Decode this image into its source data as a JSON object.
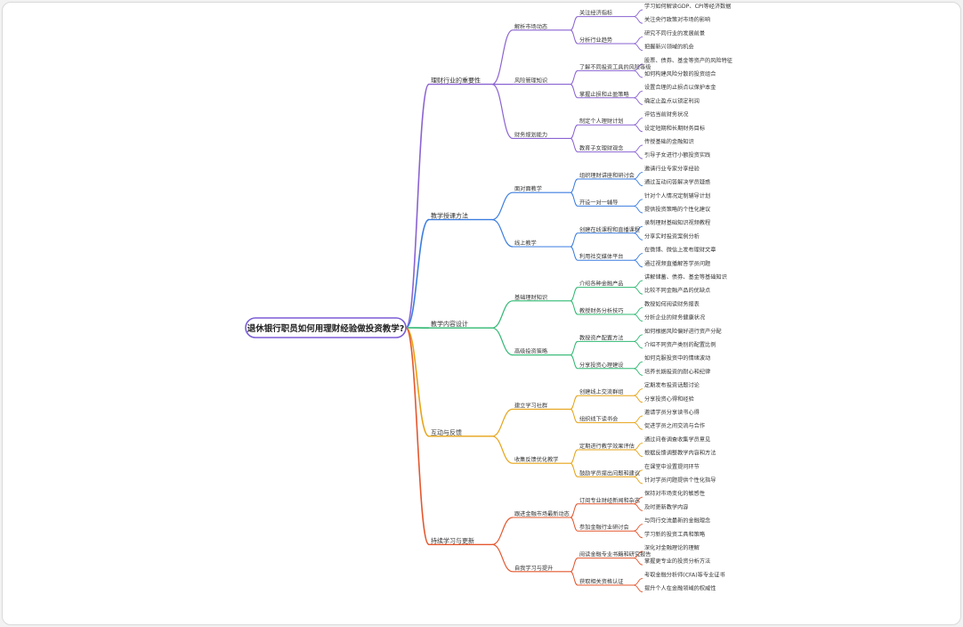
{
  "root": {
    "label": "退休银行职员如何用理财经验做投资教学?"
  },
  "colors": {
    "root_border": "#7b5cd6",
    "c0": "#8a63d2",
    "c1": "#3b7de0",
    "c2": "#2fb872",
    "c3": "#e6a317",
    "c4": "#e4572e"
  },
  "branches": [
    {
      "label": "理财行业的重要性",
      "children": [
        {
          "label": "解析市场动态",
          "children": [
            {
              "label": "关注经济指标",
              "children": [
                "学习如何解读GDP、CPI等经济数据",
                "关注央行政策对市场的影响"
              ]
            },
            {
              "label": "分析行业趋势",
              "children": [
                "研究不同行业的发展前景",
                "把握新兴领域的机会"
              ]
            }
          ]
        },
        {
          "label": "风险管理知识",
          "children": [
            {
              "label": "了解不同投资工具的风险等级",
              "children": [
                "股票、债券、基金等资产的风险特征",
                "如何构建风险分散的投资组合"
              ]
            },
            {
              "label": "掌握止损和止盈策略",
              "children": [
                "设置合理的止损点以保护本金",
                "确定止盈点以锁定利润"
              ]
            }
          ]
        },
        {
          "label": "财务规划能力",
          "children": [
            {
              "label": "制定个人理财计划",
              "children": [
                "评估当前财务状况",
                "设定短期和长期财务目标"
              ]
            },
            {
              "label": "教育子女理财观念",
              "children": [
                "传授基础的金融知识",
                "引导子女进行小额投资实践"
              ]
            }
          ]
        }
      ]
    },
    {
      "label": "教学授课方法",
      "children": [
        {
          "label": "面对面教学",
          "children": [
            {
              "label": "组织理财讲座和研讨会",
              "children": [
                "邀请行业专家分享经验",
                "通过互动问答解决学员疑惑"
              ]
            },
            {
              "label": "开设一对一辅导",
              "children": [
                "针对个人情况定制辅导计划",
                "提供投资策略的个性化建议"
              ]
            }
          ]
        },
        {
          "label": "线上教学",
          "children": [
            {
              "label": "创建在线课程和直播课程",
              "children": [
                "录制理财基础知识视频教程",
                "分享实时投资案例分析"
              ]
            },
            {
              "label": "利用社交媒体平台",
              "children": [
                "在微博、微信上发布理财文章",
                "通过视频直播解答学员问题"
              ]
            }
          ]
        }
      ]
    },
    {
      "label": "教学内容设计",
      "children": [
        {
          "label": "基础理财知识",
          "children": [
            {
              "label": "介绍各种金融产品",
              "children": [
                "讲解储蓄、债券、基金等基础知识",
                "比较不同金融产品的优缺点"
              ]
            },
            {
              "label": "教授财务分析技巧",
              "children": [
                "教授如何阅读财务报表",
                "分析企业的财务健康状况"
              ]
            }
          ]
        },
        {
          "label": "高级投资策略",
          "children": [
            {
              "label": "教授资产配置方法",
              "children": [
                "如何根据风险偏好进行资产分配",
                "介绍不同资产类别的配置比例"
              ]
            },
            {
              "label": "分享投资心理建设",
              "children": [
                "如何克服投资中的情绪波动",
                "培养长期投资的耐心和纪律"
              ]
            }
          ]
        }
      ]
    },
    {
      "label": "互动与反馈",
      "children": [
        {
          "label": "建立学习社群",
          "children": [
            {
              "label": "创建线上交流群组",
              "children": [
                "定期发布投资话题讨论",
                "分享投资心得和经验"
              ]
            },
            {
              "label": "组织线下读书会",
              "children": [
                "邀请学员分享读书心得",
                "促进学员之间交流与合作"
              ]
            }
          ]
        },
        {
          "label": "收集反馈优化教学",
          "children": [
            {
              "label": "定期进行教学效果评估",
              "children": [
                "通过问卷调查收集学员意见",
                "根据反馈调整教学内容和方法"
              ]
            },
            {
              "label": "鼓励学员提出问题和建议",
              "children": [
                "在课堂中设置提问环节",
                "针对学员问题提供个性化指导"
              ]
            }
          ]
        }
      ]
    },
    {
      "label": "持续学习与更新",
      "children": [
        {
          "label": "跟进金融市场最新动态",
          "children": [
            {
              "label": "订阅专业财经新闻和杂志",
              "children": [
                "保持对市场变化的敏感性",
                "及时更新教学内容"
              ]
            },
            {
              "label": "参加金融行业研讨会",
              "children": [
                "与同行交流最新的金融理念",
                "学习新的投资工具和策略"
              ]
            }
          ]
        },
        {
          "label": "自我学习与提升",
          "children": [
            {
              "label": "阅读金融专业书籍和研究报告",
              "children": [
                "深化对金融理论的理解",
                "掌握更专业的投资分析方法"
              ]
            },
            {
              "label": "获取相关资格认证",
              "children": [
                "考取金融分析师(CFA)等专业证书",
                "提升个人在金融领域的权威性"
              ]
            }
          ]
        }
      ]
    }
  ]
}
